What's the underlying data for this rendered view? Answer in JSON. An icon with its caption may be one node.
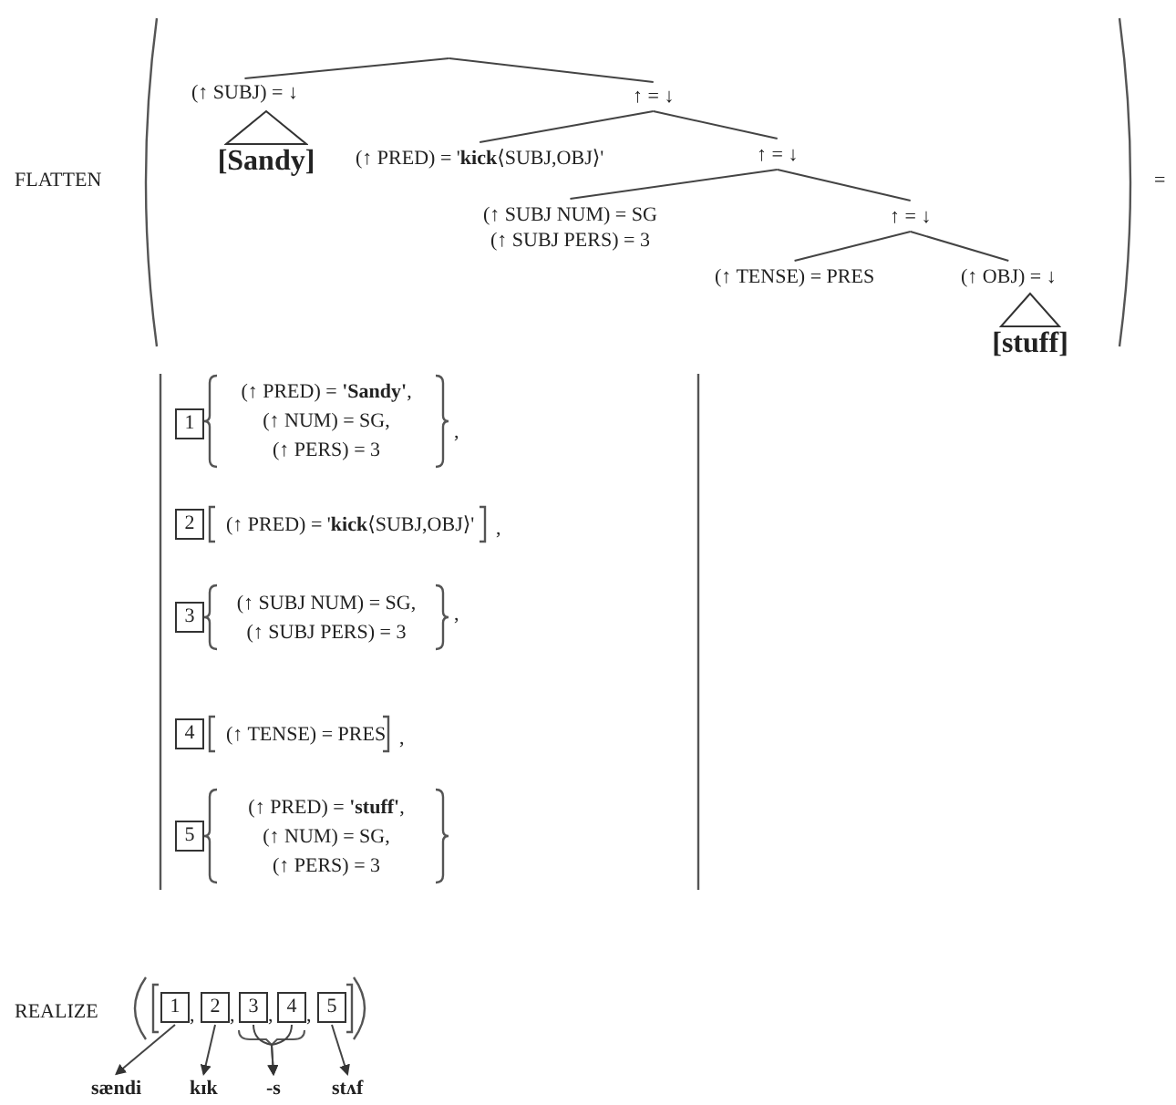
{
  "diagram": {
    "nodes": [
      {
        "text": [
          "(↑ SUBJ) = ↓"
        ]
      },
      {
        "text": [
          "[Sandy]"
        ]
      },
      {
        "text": [
          "↑ = ↓"
        ]
      },
      {
        "text": [
          "(↑ PRED) = '**kick**⟨SUBJ,OBJ⟩'"
        ]
      },
      {
        "text": [
          "↑ = ↓"
        ]
      },
      {
        "text": [
          "(↑ SUBJ NUM) = SG",
          "(↑ SUBJ PERS) = 3"
        ]
      },
      {
        "text": [
          "↑ = ↓"
        ]
      },
      {
        "text": [
          "(↑ TENSE) = PRES"
        ]
      },
      {
        "text": [
          "(↑ OBJ) = ↓"
        ]
      },
      {
        "text": [
          "[stuff]"
        ]
      },
      {
        "text": [
          "1"
        ]
      },
      {
        "text": [
          "2"
        ]
      },
      {
        "text": [
          "3"
        ]
      },
      {
        "text": [
          "4"
        ]
      },
      {
        "text": [
          "5"
        ]
      },
      {
        "text": [
          "1"
        ]
      },
      {
        "text": [
          "2"
        ]
      },
      {
        "text": [
          "3"
        ]
      },
      {
        "text": [
          "4"
        ]
      },
      {
        "text": [
          "5"
        ]
      },
      {
        "text": [
          "sændi"
        ]
      },
      {
        "text": [
          "kɪk"
        ]
      },
      {
        "text": [
          "-s"
        ]
      },
      {
        "text": [
          "stʌf"
        ]
      }
    ],
    "edges": [
      {
        "from": null,
        "to": 0,
        "arrow": "none"
      },
      {
        "from": null,
        "to": 2,
        "arrow": "none"
      },
      {
        "from": 2,
        "to": 3,
        "arrow": "none"
      },
      {
        "from": 2,
        "to": 4,
        "arrow": "none"
      },
      {
        "from": 4,
        "to": 5,
        "arrow": "none"
      },
      {
        "from": 4,
        "to": 6,
        "arrow": "none"
      },
      {
        "from": 6,
        "to": 7,
        "arrow": "none"
      },
      {
        "from": 6,
        "to": 8,
        "arrow": "none"
      },
      {
        "from": 15,
        "to": 20,
        "arrow": "to"
      },
      {
        "from": 16,
        "to": 21,
        "arrow": "to"
      },
      {
        "from": 17,
        "to": 22,
        "arrow": "to"
      },
      {
        "from": 18,
        "to": 22,
        "arrow": "to"
      },
      {
        "from": 19,
        "to": 23,
        "arrow": "to"
      }
    ],
    "labels": [
      "FLATTEN",
      "=",
      "(↑ PRED) = **'Sandy'**,",
      "(↑ NUM) = SG,",
      "(↑ PERS) = 3",
      ",",
      "(↑ PRED) = '**kick**⟨SUBJ,OBJ⟩'",
      ",",
      "(↑ SUBJ NUM) = SG,",
      "(↑ SUBJ PERS) = 3",
      ",",
      "(↑ TENSE) = PRES",
      ",",
      "(↑ PRED) = **'stuff'**,",
      "(↑ NUM) = SG,",
      "(↑ PERS) = 3",
      "REALIZE",
      ",",
      ",",
      ",",
      ","
    ]
  }
}
